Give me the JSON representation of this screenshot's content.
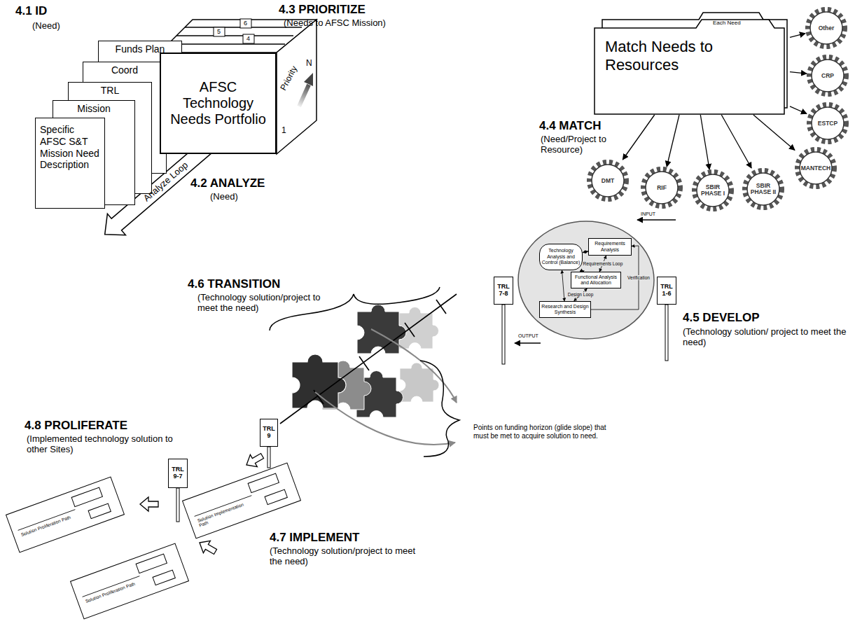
{
  "diagram": {
    "nodes": [
      {
        "text": [
          "Funds Plan"
        ]
      },
      {
        "text": [
          "Coord"
        ]
      },
      {
        "text": [
          "TRL"
        ]
      },
      {
        "text": [
          "Mission"
        ]
      },
      {
        "text": [
          "Specific AFSC S&T Mission Need Description"
        ]
      },
      {
        "text": [
          "AFSC Technology Needs Portfolio"
        ]
      },
      {
        "text": [
          "Each Need",
          "Match Needs to Resources"
        ]
      },
      {
        "text": [
          "Other"
        ]
      },
      {
        "text": [
          "CRP"
        ]
      },
      {
        "text": [
          "ESTCP"
        ]
      },
      {
        "text": [
          "MANTECH"
        ]
      },
      {
        "text": [
          "SBIR PHASE II"
        ]
      },
      {
        "text": [
          "SBIR PHASE I"
        ]
      },
      {
        "text": [
          "RIF"
        ]
      },
      {
        "text": [
          "DMT"
        ]
      },
      {
        "text": [
          "TRL 1-6"
        ]
      },
      {
        "text": [
          "Technology Analysis and Control (Balance)"
        ]
      },
      {
        "text": [
          "Requirements Analysis"
        ]
      },
      {
        "text": [
          "Functional Analysis and Allocation"
        ]
      },
      {
        "text": [
          "Research and Design Synthesis"
        ]
      },
      {
        "text": [
          "TRL 7-8"
        ]
      },
      {
        "text": [
          "TRL 9"
        ]
      },
      {
        "text": [
          "TRL 9-7"
        ]
      },
      {
        "text": [
          "Solution Implementation Path"
        ]
      },
      {
        "text": [
          "Solution Proliferation Path"
        ]
      },
      {
        "text": [
          "Solution Proliferation Path"
        ]
      }
    ],
    "edges": [
      {
        "from": 6,
        "to": 7,
        "arrow": "to"
      },
      {
        "from": 6,
        "to": 8,
        "arrow": "to"
      },
      {
        "from": 6,
        "to": 9,
        "arrow": "to"
      },
      {
        "from": 6,
        "to": 10,
        "arrow": "to"
      },
      {
        "from": 6,
        "to": 11,
        "arrow": "to"
      },
      {
        "from": 6,
        "to": 12,
        "arrow": "to"
      },
      {
        "from": 6,
        "to": 13,
        "arrow": "to"
      },
      {
        "from": 6,
        "to": 14,
        "arrow": "to"
      },
      {
        "from": 16,
        "to": 17,
        "arrow": "both"
      },
      {
        "from": 16,
        "to": 18,
        "arrow": "both"
      },
      {
        "from": 16,
        "to": 19,
        "arrow": "both"
      },
      {
        "from": 17,
        "to": 18,
        "arrow": "both",
        "label": "Requirements Loop"
      },
      {
        "from": 18,
        "to": 19,
        "arrow": "both",
        "label": "Design Loop"
      },
      {
        "from": 19,
        "to": 17,
        "arrow": "to",
        "label": "Verification"
      }
    ],
    "labels": [
      "4.1 ID",
      "(Need)",
      "Analyze Loop",
      "4.2 ANALYZE",
      "(Need)",
      "4.3 PRIORITIZE",
      "(Needs to AFSC Mission)",
      "Priority",
      "1",
      "N",
      "6",
      "5",
      "4",
      "4.4 MATCH",
      "(Need/Project to Resource)",
      "INPUT",
      "OUTPUT",
      "4.5 DEVELOP",
      "(Technology solution/ project to meet the need)",
      "4.6 TRANSITION",
      "(Technology solution/project to meet the need)",
      "Points on funding horizon (glide slope) that must be met to acquire solution to need.",
      "4.7 IMPLEMENT",
      "(Technology solution/project to meet the need)",
      "4.8 PROLIFERATE",
      "(Implemented technology solution to other Sites)"
    ]
  }
}
